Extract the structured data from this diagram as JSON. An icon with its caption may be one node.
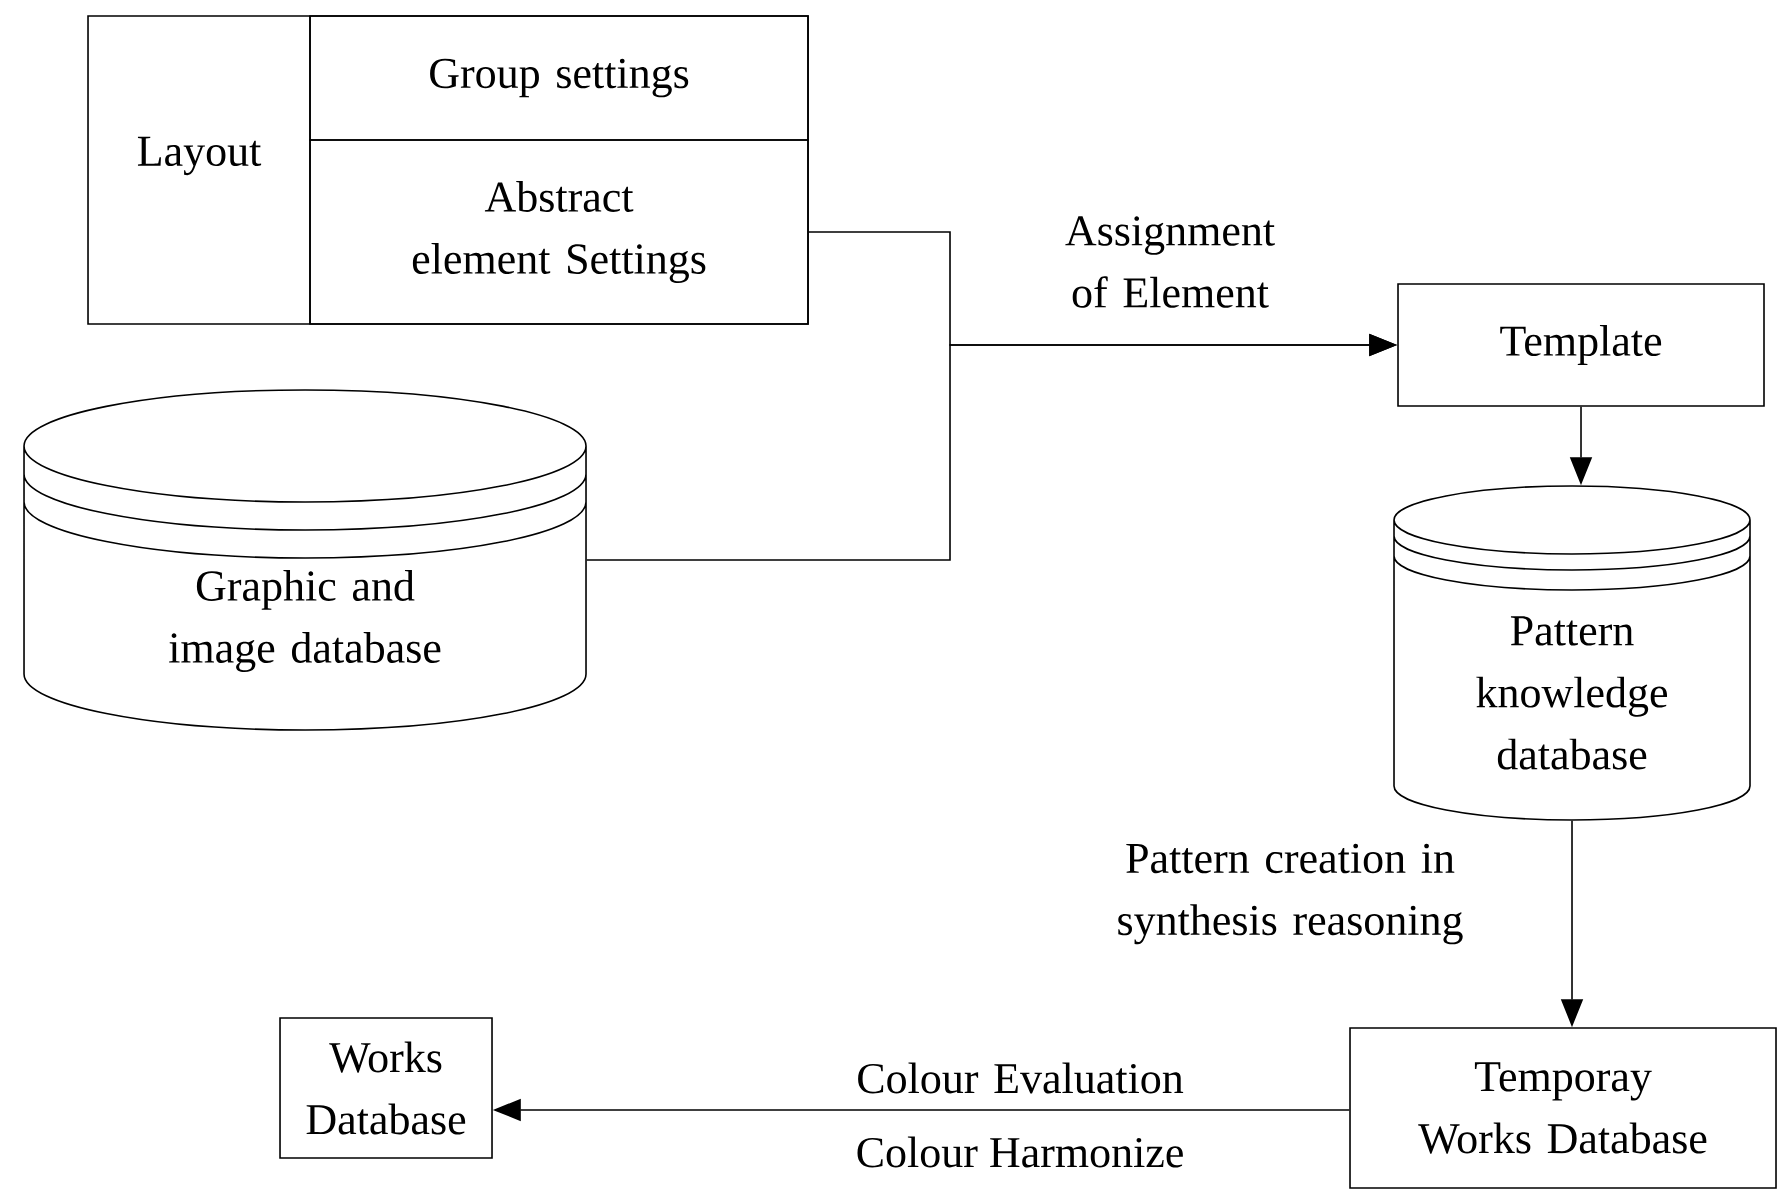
{
  "diagram": {
    "nodes": [
      {
        "text": [
          "Layout"
        ]
      },
      {
        "text": [
          "Group settings"
        ],
        "in": 0
      },
      {
        "text": [
          "Abstract element Settings"
        ],
        "in": 0
      },
      {
        "text": [
          "Graphic and image database"
        ]
      },
      {
        "text": [
          "Template"
        ]
      },
      {
        "text": [
          "Pattern knowledge database"
        ]
      },
      {
        "text": [
          "Temporay Works Database"
        ]
      },
      {
        "text": [
          "Works Database"
        ]
      }
    ],
    "edges": [
      {
        "from": 2,
        "to": 4,
        "arrow": "to",
        "label": "Assignment of Element"
      },
      {
        "from": 3,
        "to": 4,
        "arrow": "to"
      },
      {
        "from": 4,
        "to": 5,
        "arrow": "to"
      },
      {
        "from": 5,
        "to": 6,
        "arrow": "to",
        "label": "Pattern creation in synthesis reasoning"
      },
      {
        "from": 6,
        "to": 7,
        "arrow": "to",
        "label": "Colour Evaluation"
      }
    ],
    "labels": [
      "Colour Harmonize"
    ]
  }
}
